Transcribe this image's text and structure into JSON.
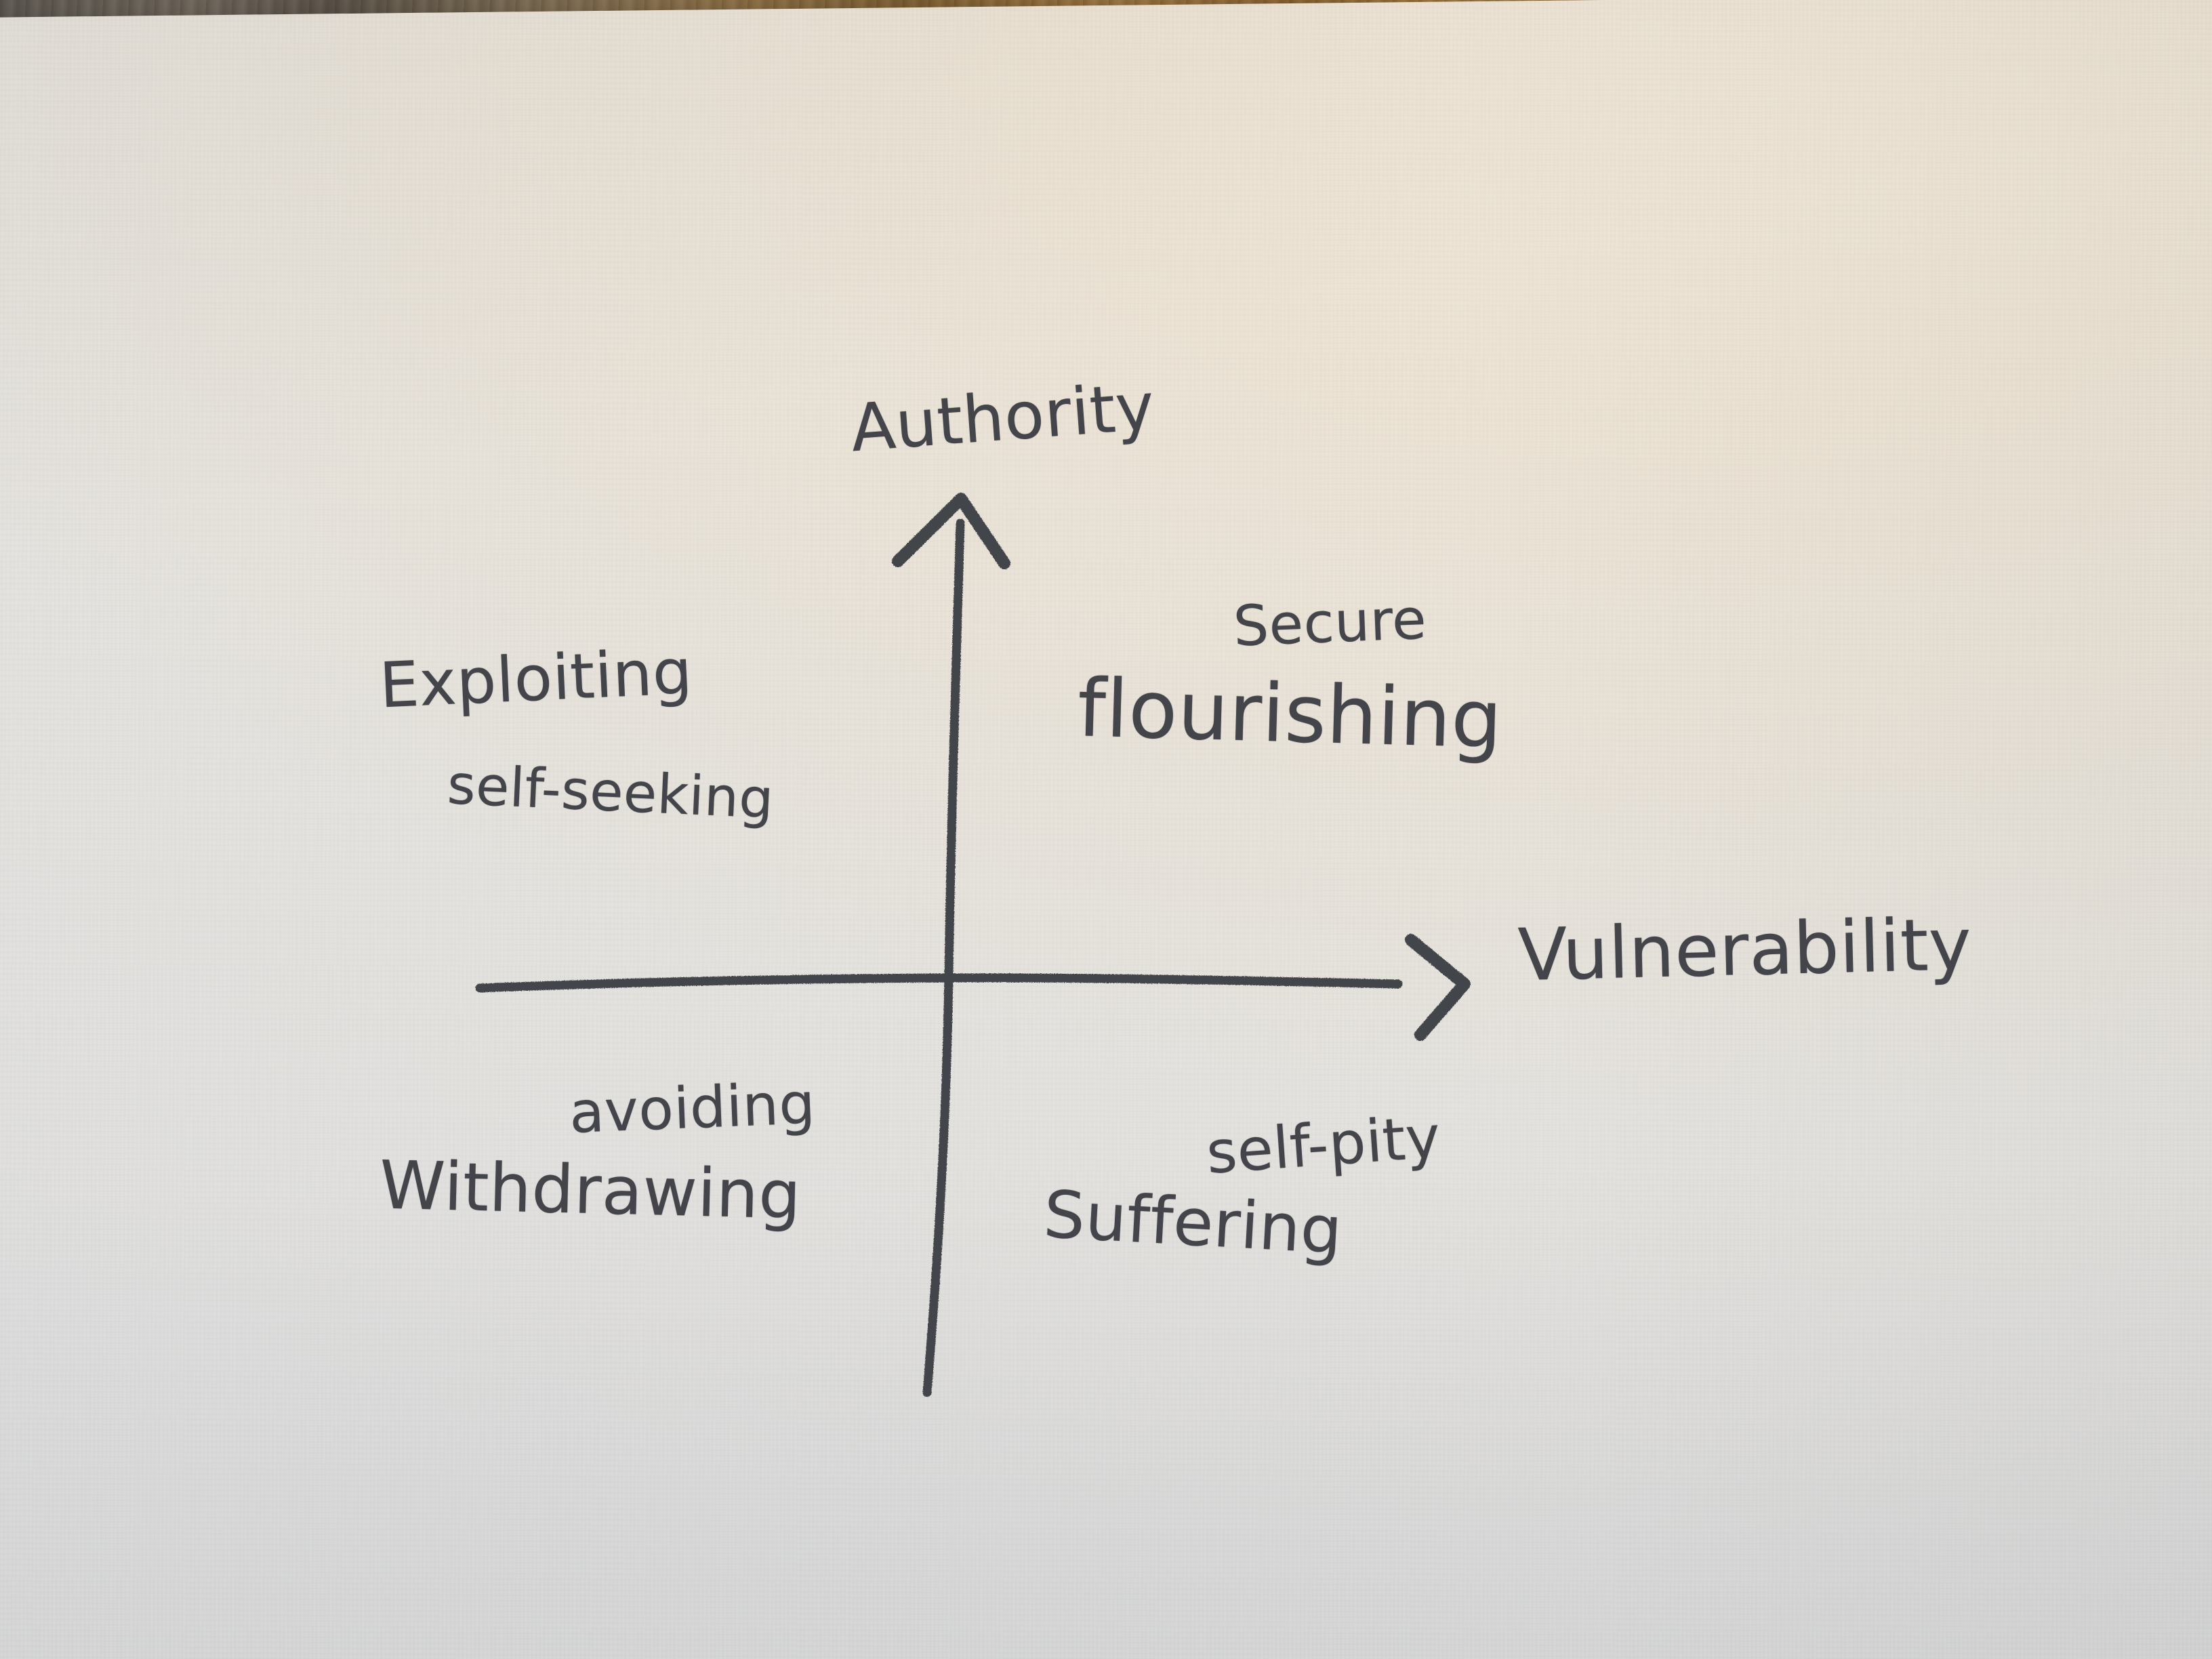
{
  "diagram": {
    "kind": "hand-drawn-2x2-quadrant-diagram",
    "medium": "black felt-tip pen on white paper, photographed on a wooden table",
    "axes": {
      "y_axis_label": "Authority",
      "x_axis_label": "Vulnerability",
      "y_axis_direction": "up-arrow",
      "x_axis_direction": "right-arrow"
    },
    "quadrants": [
      {
        "position": "top-left",
        "meaning": "high authority, low vulnerability",
        "line1": "Exploiting",
        "line2": "self-seeking"
      },
      {
        "position": "top-right",
        "meaning": "high authority, high vulnerability",
        "line1": "Secure",
        "line2": "flourishing"
      },
      {
        "position": "bottom-left",
        "meaning": "low authority, low vulnerability",
        "line1": "avoiding",
        "line2": "Withdrawing"
      },
      {
        "position": "bottom-right",
        "meaning": "low authority, high vulnerability",
        "line1": "self-pity",
        "line2": "Suffering"
      }
    ]
  },
  "chart_data": {
    "type": "scatter",
    "title": "",
    "xlabel": "Vulnerability",
    "ylabel": "Authority",
    "xlim": [
      -1,
      1
    ],
    "ylim": [
      -1,
      1
    ],
    "grid": false,
    "legend": "none",
    "annotations": [
      {
        "quadrant": "top-left",
        "x": -0.55,
        "y": 0.55,
        "text": "Exploiting self-seeking"
      },
      {
        "quadrant": "top-right",
        "x": 0.55,
        "y": 0.62,
        "text": "Secure flourishing"
      },
      {
        "quadrant": "bottom-left",
        "x": -0.45,
        "y": -0.45,
        "text": "avoiding Withdrawing"
      },
      {
        "quadrant": "bottom-right",
        "x": 0.42,
        "y": -0.5,
        "text": "self-pity Suffering"
      }
    ]
  },
  "colors": {
    "ink": "#43454a",
    "paper_warm": "#ece3d4",
    "paper_cool": "#dedede",
    "wood_dark": "#5c5750",
    "wood_light": "#b08543"
  },
  "labels": {
    "authority": "Authority",
    "vulnerability": "Vulnerability",
    "exploiting": "Exploiting",
    "self_seeking": "self-seeking",
    "secure": "Secure",
    "flourishing": "flourishing",
    "avoiding": "avoiding",
    "withdrawing": "Withdrawing",
    "self_pity": "self-pity",
    "suffering": "Suffering"
  }
}
